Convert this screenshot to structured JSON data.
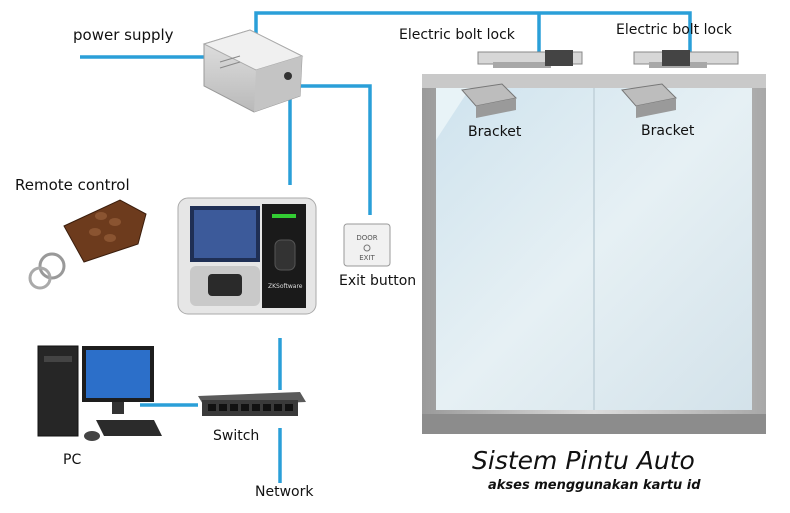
{
  "labels": {
    "power_supply": "power supply",
    "electric_bolt_lock_1": "Electric bolt lock",
    "electric_bolt_lock_2": "Electric bolt lock",
    "bracket_1": "Bracket",
    "bracket_2": "Bracket",
    "remote_control": "Remote control",
    "exit_button": "Exit button",
    "switch": "Switch",
    "pc": "PC",
    "network": "Network"
  },
  "device_text": {
    "exit_plate_top": "DOOR",
    "exit_plate_bottom": "EXIT",
    "terminal_brand": "ZKSoftware"
  },
  "title": "Sistem Pintu Auto",
  "subtitle": "akses menggunakan kartu id",
  "colors": {
    "wire": "#2a9fd8",
    "frame": "#b8b8b8",
    "glass": "#d8e9f1",
    "floor": "#8c8c8c"
  }
}
